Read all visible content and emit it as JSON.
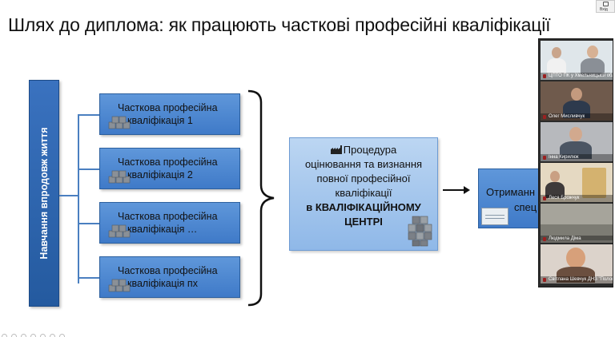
{
  "slide": {
    "title": "Шлях до диплома: як працюють часткові професійні кваліфікації"
  },
  "left_bar": {
    "label": "Навчання впродовж життя"
  },
  "qualifications": [
    {
      "line1": "Часткова професійна",
      "line2": "кваліфікація 1"
    },
    {
      "line1": "Часткова професійна",
      "line2": "кваліфікація 2"
    },
    {
      "line1": "Часткова професійна",
      "line2": "кваліфікація …"
    },
    {
      "line1": "Часткова професійна",
      "line2": "кваліфікація пх"
    }
  ],
  "center_box": {
    "line1": "Процедура",
    "line2": "оцінювання та визнання",
    "line3": "повної професійної",
    "line4": "кваліфікації",
    "line5_prefix": "в ",
    "line5_strong": "КВАЛІФІКАЦІЙНОМУ",
    "line6": "ЦЕНТРІ"
  },
  "result_box": {
    "line1": "Отриманн",
    "line2": "спец"
  },
  "video_conference": {
    "participants": [
      {
        "name": "ЦПТО ПК у Хмельницькій обл"
      },
      {
        "name": "Олег Мисливчук"
      },
      {
        "name": "Інна Кирилюк"
      },
      {
        "name": "Леся Брожчук"
      },
      {
        "name": "Людмила Діма"
      },
      {
        "name": "Світлана Шевчук ДНЗ \"Полонсь..."
      }
    ]
  },
  "top_button": {
    "label": "Вхід"
  },
  "colors": {
    "box_blue": "#4f88d0",
    "bar_blue": "#2f67b0",
    "center_light": "#a9c9ee"
  }
}
